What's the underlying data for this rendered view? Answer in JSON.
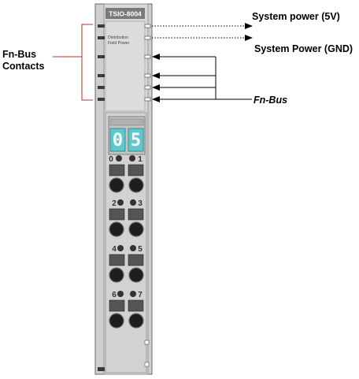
{
  "module": {
    "model": "TSIO-8004",
    "panel_line1": "Distribution",
    "panel_line2": "Field Power",
    "display_digit_1": "0",
    "display_digit_2": "5",
    "channels": [
      "0",
      "1",
      "2",
      "3",
      "4",
      "5",
      "6",
      "7"
    ]
  },
  "labels": {
    "system_power_5v": "System power (5V)",
    "system_power_gnd": "System Power (GND)",
    "fn_bus": "Fn-Bus",
    "fn_bus_contacts_line1": "Fn-Bus",
    "fn_bus_contacts_line2": "Contacts"
  },
  "colors": {
    "module_body": "#d4d4d4",
    "model_label_bg": "#7a7a7a",
    "display_digit_bg": "#5ec8cf",
    "bracket": "#b03030",
    "arrow": "#000000"
  }
}
